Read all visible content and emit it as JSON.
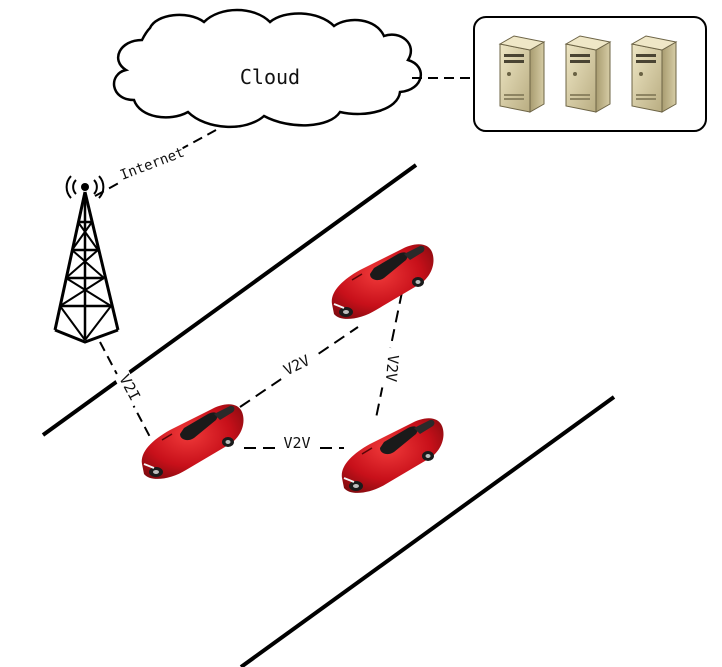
{
  "diagram": {
    "cloud": {
      "label": "Cloud"
    },
    "links": {
      "internet": "Internet",
      "v2i": "V2I",
      "v2v_top": "V2V",
      "v2v_right": "V2V",
      "v2v_bottom": "V2V"
    },
    "colors": {
      "car_body": "#c8101a",
      "car_shade": "#8c0a10",
      "server_front": "#d9cfa3",
      "server_side": "#b7ab7d",
      "road_line": "#000000"
    },
    "icons": [
      "cloud-icon",
      "server-icon",
      "cell-tower-icon",
      "car-icon"
    ]
  }
}
